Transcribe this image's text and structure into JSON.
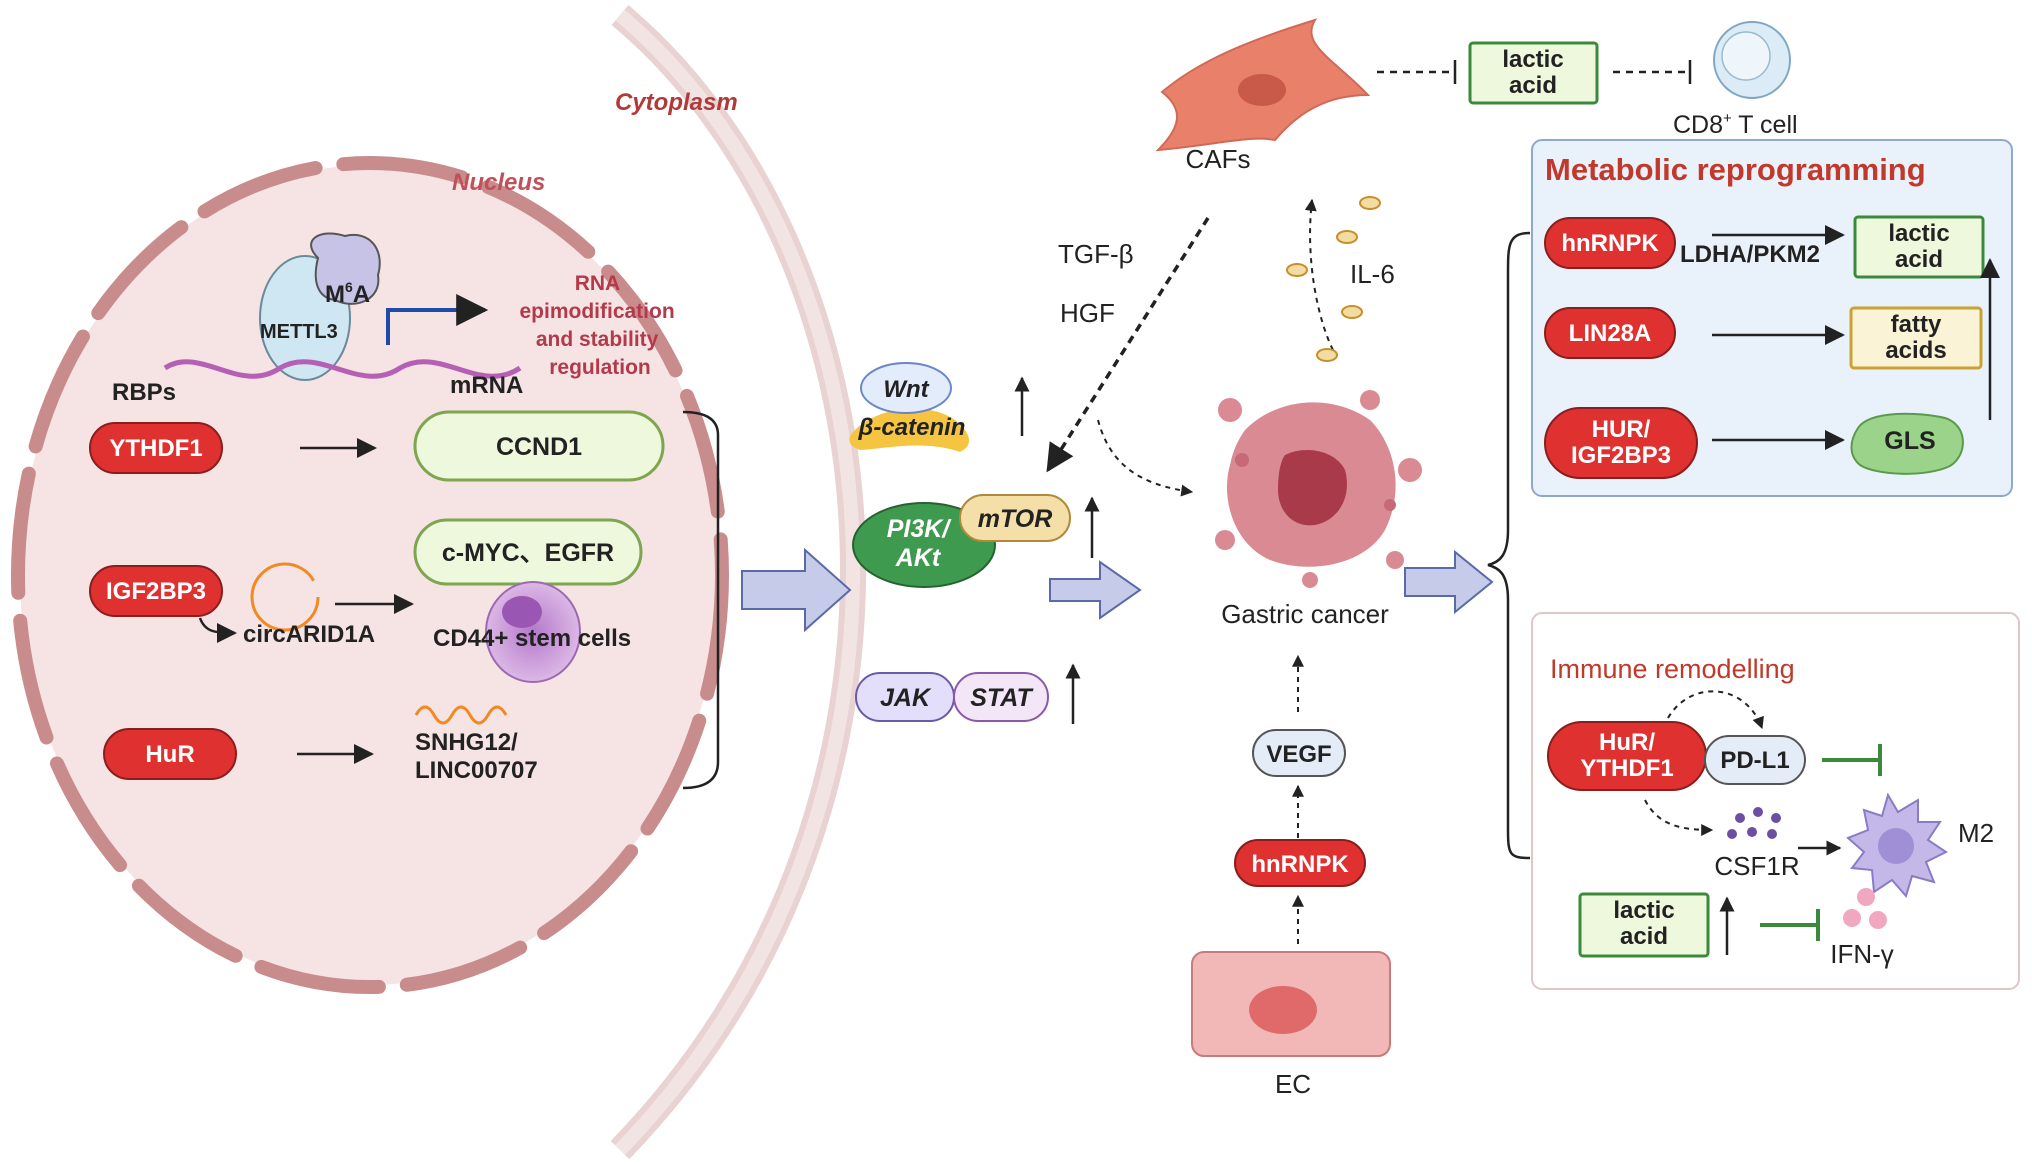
{
  "regions": {
    "cytoplasm": "Cytoplasm",
    "nucleus": "Nucleus"
  },
  "m6a": {
    "reader_label": "M",
    "reader_sup": "6",
    "reader_suffix": "A",
    "writer": "METTL3",
    "process_lines": [
      "RNA",
      "epimodification",
      "and stability",
      "regulation"
    ],
    "rbps": "RBPs",
    "mrna": "mRNA"
  },
  "rbps": {
    "ythdf1": "YTHDF1",
    "igf2bp3": "IGF2BP3",
    "hur": "HuR"
  },
  "targets": {
    "ccnd1": "CCND1",
    "cmyc_egfr": "c-MYC、EGFR",
    "circarid1a": "circARID1A",
    "cd44": "CD44+ stem cells",
    "snhg12_line1": "SNHG12/",
    "snhg12_line2": "LINC00707"
  },
  "pathways": {
    "wnt": "Wnt",
    "beta_catenin": "β-catenin",
    "pi3k_line1": "PI3K/",
    "pi3k_line2": "AKt",
    "mtor": "mTOR",
    "jak": "JAK",
    "stat": "STAT"
  },
  "center": {
    "cafs": "CAFs",
    "tgf_beta": "TGF-β",
    "hgf": "HGF",
    "il6": "IL-6",
    "gastric_cancer": "Gastric cancer",
    "vegf": "VEGF",
    "hnrnpk": "hnRNPK",
    "ec": "EC"
  },
  "top_right": {
    "lactic_line1": "lactic",
    "lactic_line2": "acid",
    "cd8_prefix": "CD8",
    "cd8_sup": "+",
    "cd8_suffix": " T cell"
  },
  "metabolic": {
    "title": "Metabolic reprogramming",
    "hnrnpk": "hnRNPK",
    "ldha": "LDHA/PKM2",
    "lactic_line1": "lactic",
    "lactic_line2": "acid",
    "lin28a": "LIN28A",
    "fatty_line1": "fatty",
    "fatty_line2": "acids",
    "hur_line1": "HUR/",
    "hur_line2": "IGF2BP3",
    "gls": "GLS"
  },
  "immune": {
    "title": "Immune remodelling",
    "hur_line1": "HuR/",
    "hur_line2": "YTHDF1",
    "pdl1": "PD-L1",
    "csf1r": "CSF1R",
    "m2": "M2",
    "lactic_line1": "lactic",
    "lactic_line2": "acid",
    "ifn": "IFN-γ"
  },
  "colors": {
    "rbp_red": "#e03131",
    "nucleus_fill": "#f7e6e6",
    "membrane": "#c98c8c",
    "target_green": "#eef8dc",
    "target_stroke": "#7da64e",
    "pi3k_green": "#3e9a4e",
    "mtor_tan": "#f4dfa8",
    "jak_purple": "#e3defa",
    "metabolic_bg": "#e9f1fb",
    "metabolic_title": "#c0392b",
    "immune_title": "#c0392b",
    "arrow_fill": "#c5cbe8"
  }
}
